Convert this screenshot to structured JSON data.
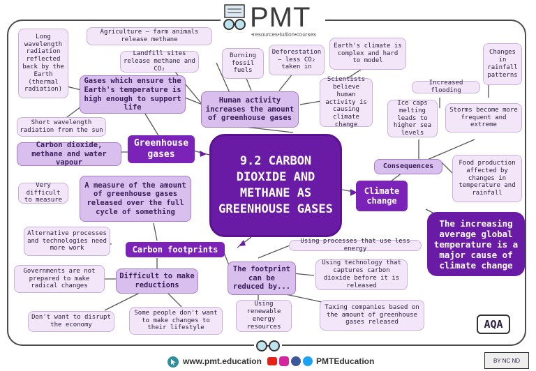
{
  "logo": {
    "title": "PMT",
    "tagline": "•resources•tuition•courses"
  },
  "center": "9.2 CARBON DIOXIDE AND METHANE AS GREENHOUSE GASES",
  "branches": {
    "greenhouse": "Greenhouse gases",
    "climate": "Climate change",
    "carbon": "Carbon footprints",
    "consequences": "Consequences",
    "human": "Human activity increases the amount of greenhouse gases",
    "temperature": "The increasing average global temperature is a major cause of climate change",
    "definition": "A measure of the amount of greenhouse gases released over the full cycle of something",
    "difficult": "Difficult to make reductions",
    "reduced": "The footprint can be reduced by...",
    "gases_ensure": "Gases which ensure the Earth's temperature is high enough to support life",
    "gases_list": "Carbon dioxide, methane and water vapour"
  },
  "notes": {
    "longwave": "Long wavelength radiation reflected back by the Earth (thermal radiation)",
    "shortwave": "Short wavelength radiation from the sun",
    "agriculture": "Agriculture – farm animals release methane",
    "landfill": "Landfill sites release methane and CO₂",
    "fossil": "Burning fossil fuels",
    "deforestation": "Deforestation – less CO₂ taken in",
    "complex": "Earth's climate is complex and hard to model",
    "scientists": "Scientists believe human activity is causing climate change",
    "flooding": "Increased flooding",
    "rainfall": "Changes in rainfall patterns",
    "icecaps": "Ice caps melting leads to higher sea levels",
    "storms": "Storms become more frequent and extreme",
    "food": "Food production affected by changes in temperature and rainfall",
    "very_difficult": "Very difficult to measure",
    "alternative": "Alternative processes and technologies need more work",
    "governments": "Governments are not prepared to make radical changes",
    "disrupt": "Don't want to disrupt the economy",
    "lifestyle": "Some people don't want to make changes to their lifestyle",
    "less_energy": "Using processes that use less energy",
    "capture": "Using technology that captures carbon dioxide before it is released",
    "renewable": "Using renewable energy resources",
    "taxing": "Taxing companies based on the amount of greenhouse gases released"
  },
  "aqa": "AQA",
  "footer": {
    "website": "www.pmt.education",
    "social": "PMTEducation",
    "license": "BY NC ND"
  },
  "colors": {
    "dark_purple": "#6a1ba6",
    "mid_purple": "#d9bfee",
    "light_purple": "#f2e6f8"
  }
}
